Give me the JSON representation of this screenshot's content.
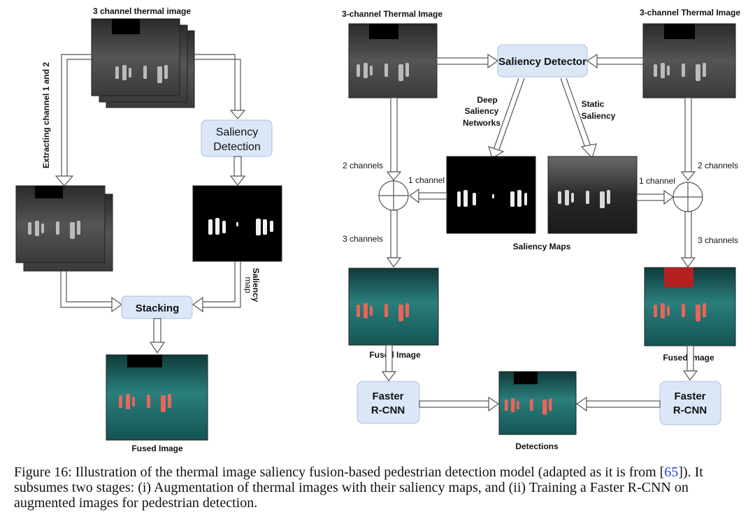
{
  "left": {
    "title": "3 channel thermal image",
    "extract_label": "Extracting channel 1 and 2",
    "saliency_box": [
      "Saliency",
      "Detection"
    ],
    "saliency_map_label": [
      "Saliency",
      "map"
    ],
    "stacking_box": "Stacking",
    "fused_label": "Fused Image"
  },
  "right": {
    "thermal_left_title": "3-channel Thermal Image",
    "thermal_right_title": "3-channel Thermal Image",
    "saliency_detector": "Saliency Detector",
    "deep_label": [
      "Deep",
      "Saliency",
      "Networks"
    ],
    "static_label": [
      "Static",
      "Saliency"
    ],
    "two_channels_left": "2 channels",
    "two_channels_right": "2 channels",
    "one_channel_left": "1 channel",
    "one_channel_right": "1 channel",
    "three_channels_left": "3 channels",
    "three_channels_right": "3 channels",
    "saliency_maps_label": "Saliency Maps",
    "fused_left": "Fused Image",
    "fused_right": "Fused Image",
    "rcnn_left": [
      "Faster",
      "R-CNN"
    ],
    "rcnn_right": [
      "Faster",
      "R-CNN"
    ],
    "detections": "Detections"
  },
  "caption": {
    "text1": "Figure 16: Illustration of the thermal image saliency fusion-based pedestrian detection model (adapted as it is from [",
    "ref": "65",
    "text2": "]). It subsumes two stages: (i) Augmentation of thermal images with their saliency maps, and (ii) Training a Faster R-CNN on augmented images for pedestrian detection."
  },
  "colors": {
    "box_fill": "#dbe7f7",
    "box_stroke": "#a9c1e3",
    "thermal_dark": "#3a3a3a",
    "fused_teal": "#1d6f6c",
    "pedestrian_red": "#e8655a",
    "ref_link": "#1f3fd6"
  }
}
